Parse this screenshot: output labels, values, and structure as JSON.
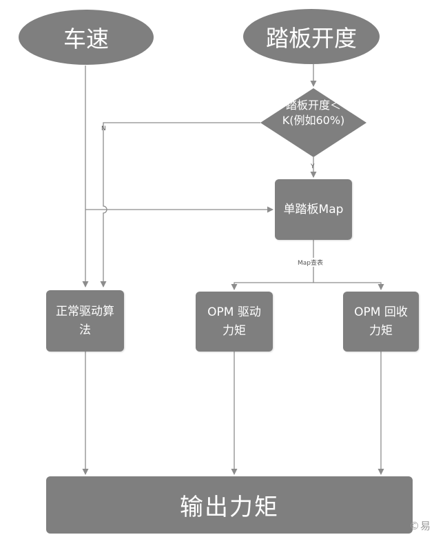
{
  "nodes": {
    "vehicle_speed": "车速",
    "pedal_opening": "踏板开度",
    "decision": "踏板开度＜K(例如60%)",
    "single_pedal_map": "单踏板Map",
    "normal_drive": "正常驱动算法",
    "opm_drive": "OPM 驱动力矩",
    "opm_regen": "OPM 回收力矩",
    "output_torque": "输出力矩"
  },
  "edge_labels": {
    "no": "N",
    "yes": "Y",
    "map_lookup": "Map查表"
  },
  "watermark": "©易",
  "colors": {
    "node_fill": "#7f7f7f",
    "node_text": "#ffffff",
    "line": "#8c8c8c",
    "background": "#ffffff"
  }
}
